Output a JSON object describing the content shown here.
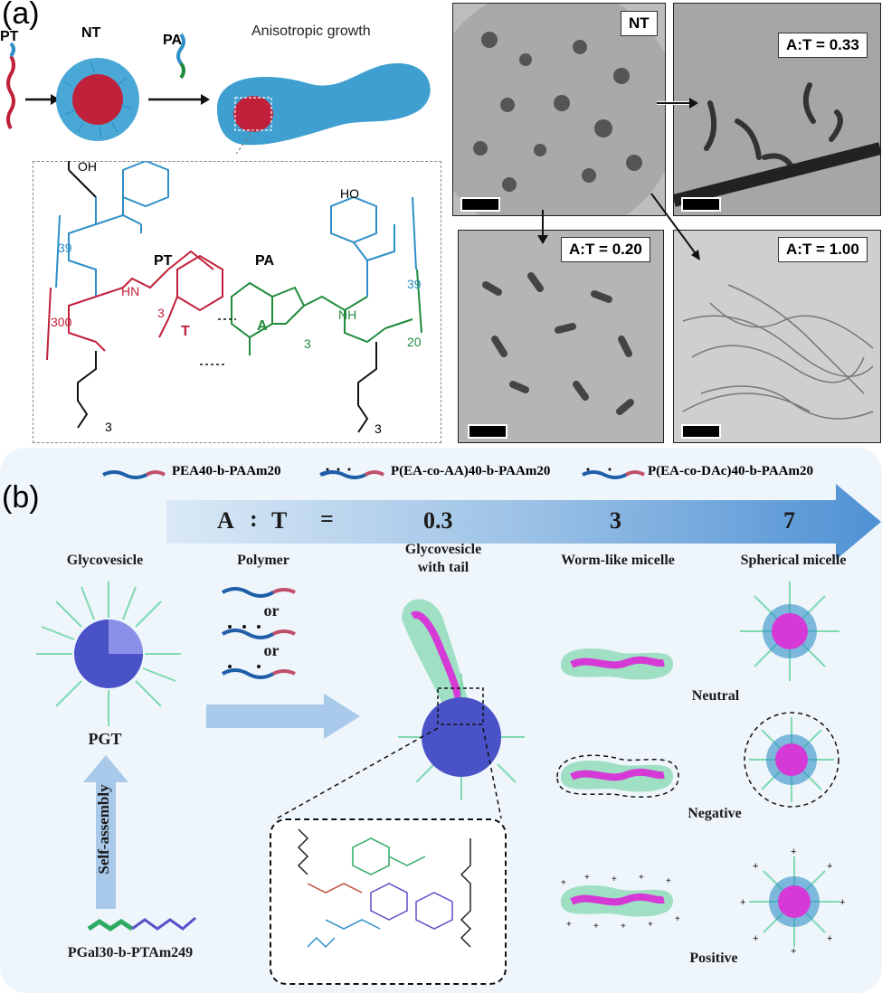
{
  "panel_a": {
    "label": "(a)",
    "pt_label": "PT",
    "nt_label": "NT",
    "pa_label": "PA",
    "growth_label": "Anisotropic growth",
    "structure": {
      "pt_title": "PT",
      "pa_title": "PA",
      "oh_left": "OH",
      "ho_right": "HO",
      "n39_left": "39",
      "n300": "300",
      "n3_left": "3",
      "t_base": "T",
      "a_base": "A",
      "n3_right": "3",
      "n39_right": "39",
      "n20": "20",
      "hn_left": "HN",
      "nh_right": "NH",
      "n3_tail_left": "3",
      "n3_tail_right": "3"
    },
    "tem": {
      "nt": "NT",
      "at033": "A:T = 0.33",
      "at020": "A:T = 0.20",
      "at100": "A:T = 1.00"
    }
  },
  "panel_b": {
    "label": "(b)",
    "legend": {
      "item1": "PEA40-b-PAAm20",
      "item2": "P(EA-co-AA)40-b-PAAm20",
      "item3": "P(EA-co-DAc)40-b-PAAm20"
    },
    "ratio_bar": {
      "a": "A",
      "colon": ":",
      "t": "T",
      "eq": "=",
      "v1": "0.3",
      "v2": "3",
      "v3": "7"
    },
    "stages": {
      "glycovesicle": "Glycovesicle",
      "polymer": "Polymer",
      "with_tail_1": "Glycovesicle",
      "with_tail_2": "with tail",
      "worm": "Worm-like micelle",
      "spherical": "Spherical micelle"
    },
    "or1": "or",
    "or2": "or",
    "pgt": "PGT",
    "self_assembly": "Self-assembly",
    "pgal": "PGal30-b-PTAm249",
    "charges": {
      "neutral": "Neutral",
      "negative": "Negative",
      "positive": "Positive"
    }
  },
  "colors": {
    "red_polymer": "#c0203a",
    "blue_polymer": "#2e8fc8",
    "green_polymer": "#1f8a3c",
    "arrow_blue": "#a9c9ea",
    "vesicle_blue": "#4a52c8",
    "core_magenta": "#d63ad6",
    "corona_green": "#7fdab0"
  }
}
